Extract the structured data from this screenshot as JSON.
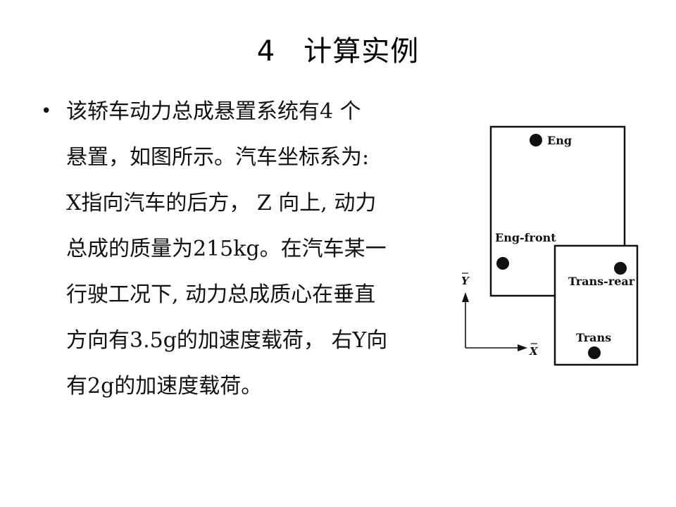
{
  "title": {
    "number": "4",
    "text": "计算实例"
  },
  "bullet_symbol": "•",
  "body": {
    "lines": [
      "该轿车动力总成悬置系统有4 个",
      "悬置，如图所示。汽车坐标系为:",
      "X指向汽车的后方， Z 向上, 动力",
      "总成的质量为215kg。在汽车某一",
      "行驶工况下, 动力总成质心在垂直",
      "方向有3.5g的加速度载荷， 右Y向",
      "有2g的加速度载荷。"
    ]
  },
  "figure": {
    "mounts": {
      "eng": "Eng",
      "eng_front": "Eng-front",
      "trans_rear": "Trans-rear",
      "trans": "Trans"
    },
    "axes": {
      "y": "Y",
      "x": "X"
    }
  }
}
